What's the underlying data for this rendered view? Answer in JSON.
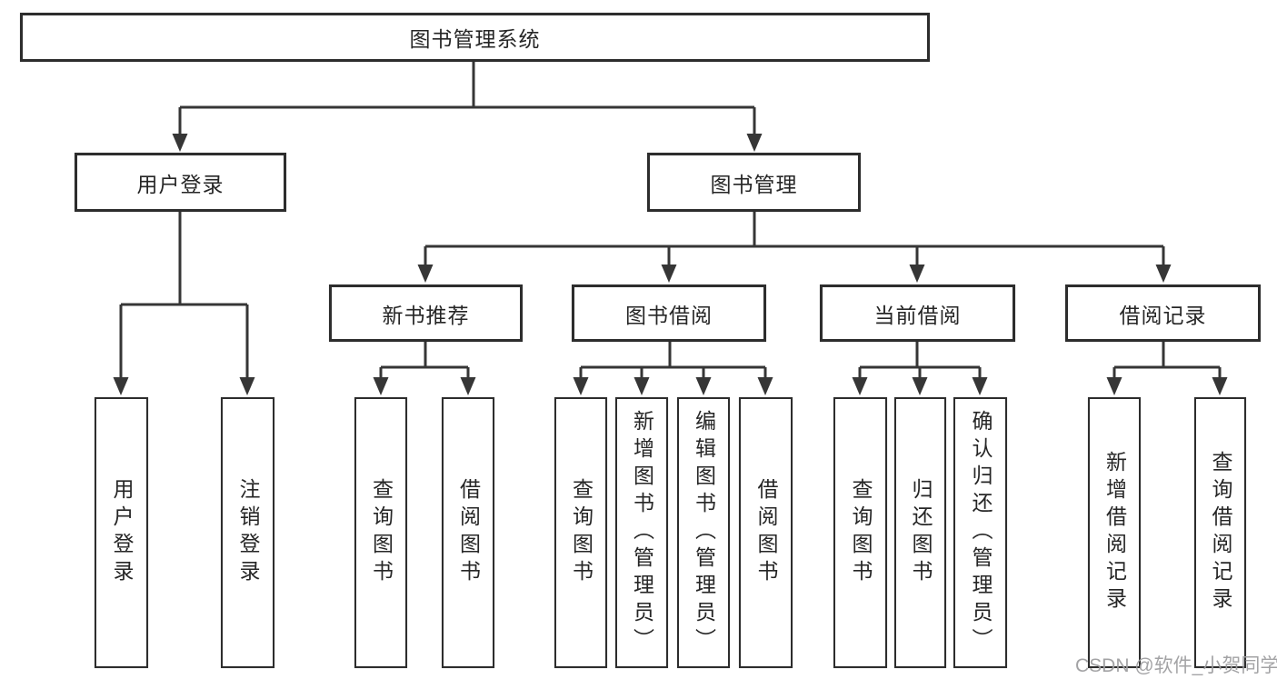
{
  "diagram_title": "图书管理系统",
  "nodes": {
    "root": "图书管理系统",
    "user_login": "用户登录",
    "book_mgmt": "图书管理",
    "login_leaf": "用户登录",
    "logout_leaf": "注销登录",
    "rec": "新书推荐",
    "borrow": "图书借阅",
    "current": "当前借阅",
    "record": "借阅记录",
    "rec_query": "查询图书",
    "rec_borrow": "借阅图书",
    "borrow_query": "查询图书",
    "borrow_add": "新增图书（管理员）",
    "borrow_edit": "编辑图书（管理员）",
    "borrow_borrow": "借阅图书",
    "current_query": "查询图书",
    "current_return": "归还图书",
    "current_confirm": "确认归还（管理员）",
    "record_add": "新增借阅记录",
    "record_query": "查询借阅记录"
  },
  "hierarchy": {
    "图书管理系统": {
      "用户登录": [
        "用户登录",
        "注销登录"
      ],
      "图书管理": {
        "新书推荐": [
          "查询图书",
          "借阅图书"
        ],
        "图书借阅": [
          "查询图书",
          "新增图书（管理员）",
          "编辑图书（管理员）",
          "借阅图书"
        ],
        "当前借阅": [
          "查询图书",
          "归还图书",
          "确认归还（管理员）"
        ],
        "借阅记录": [
          "新增借阅记录",
          "查询借阅记录"
        ]
      }
    }
  },
  "watermark": "CSDN @软件_小贺同学",
  "colors": {
    "background": "#ffffff",
    "line": "#363636",
    "box_border": "#2d2d2d",
    "box_fill": "#ffffff",
    "text": "#262626",
    "watermark": "#9e9ea0"
  }
}
